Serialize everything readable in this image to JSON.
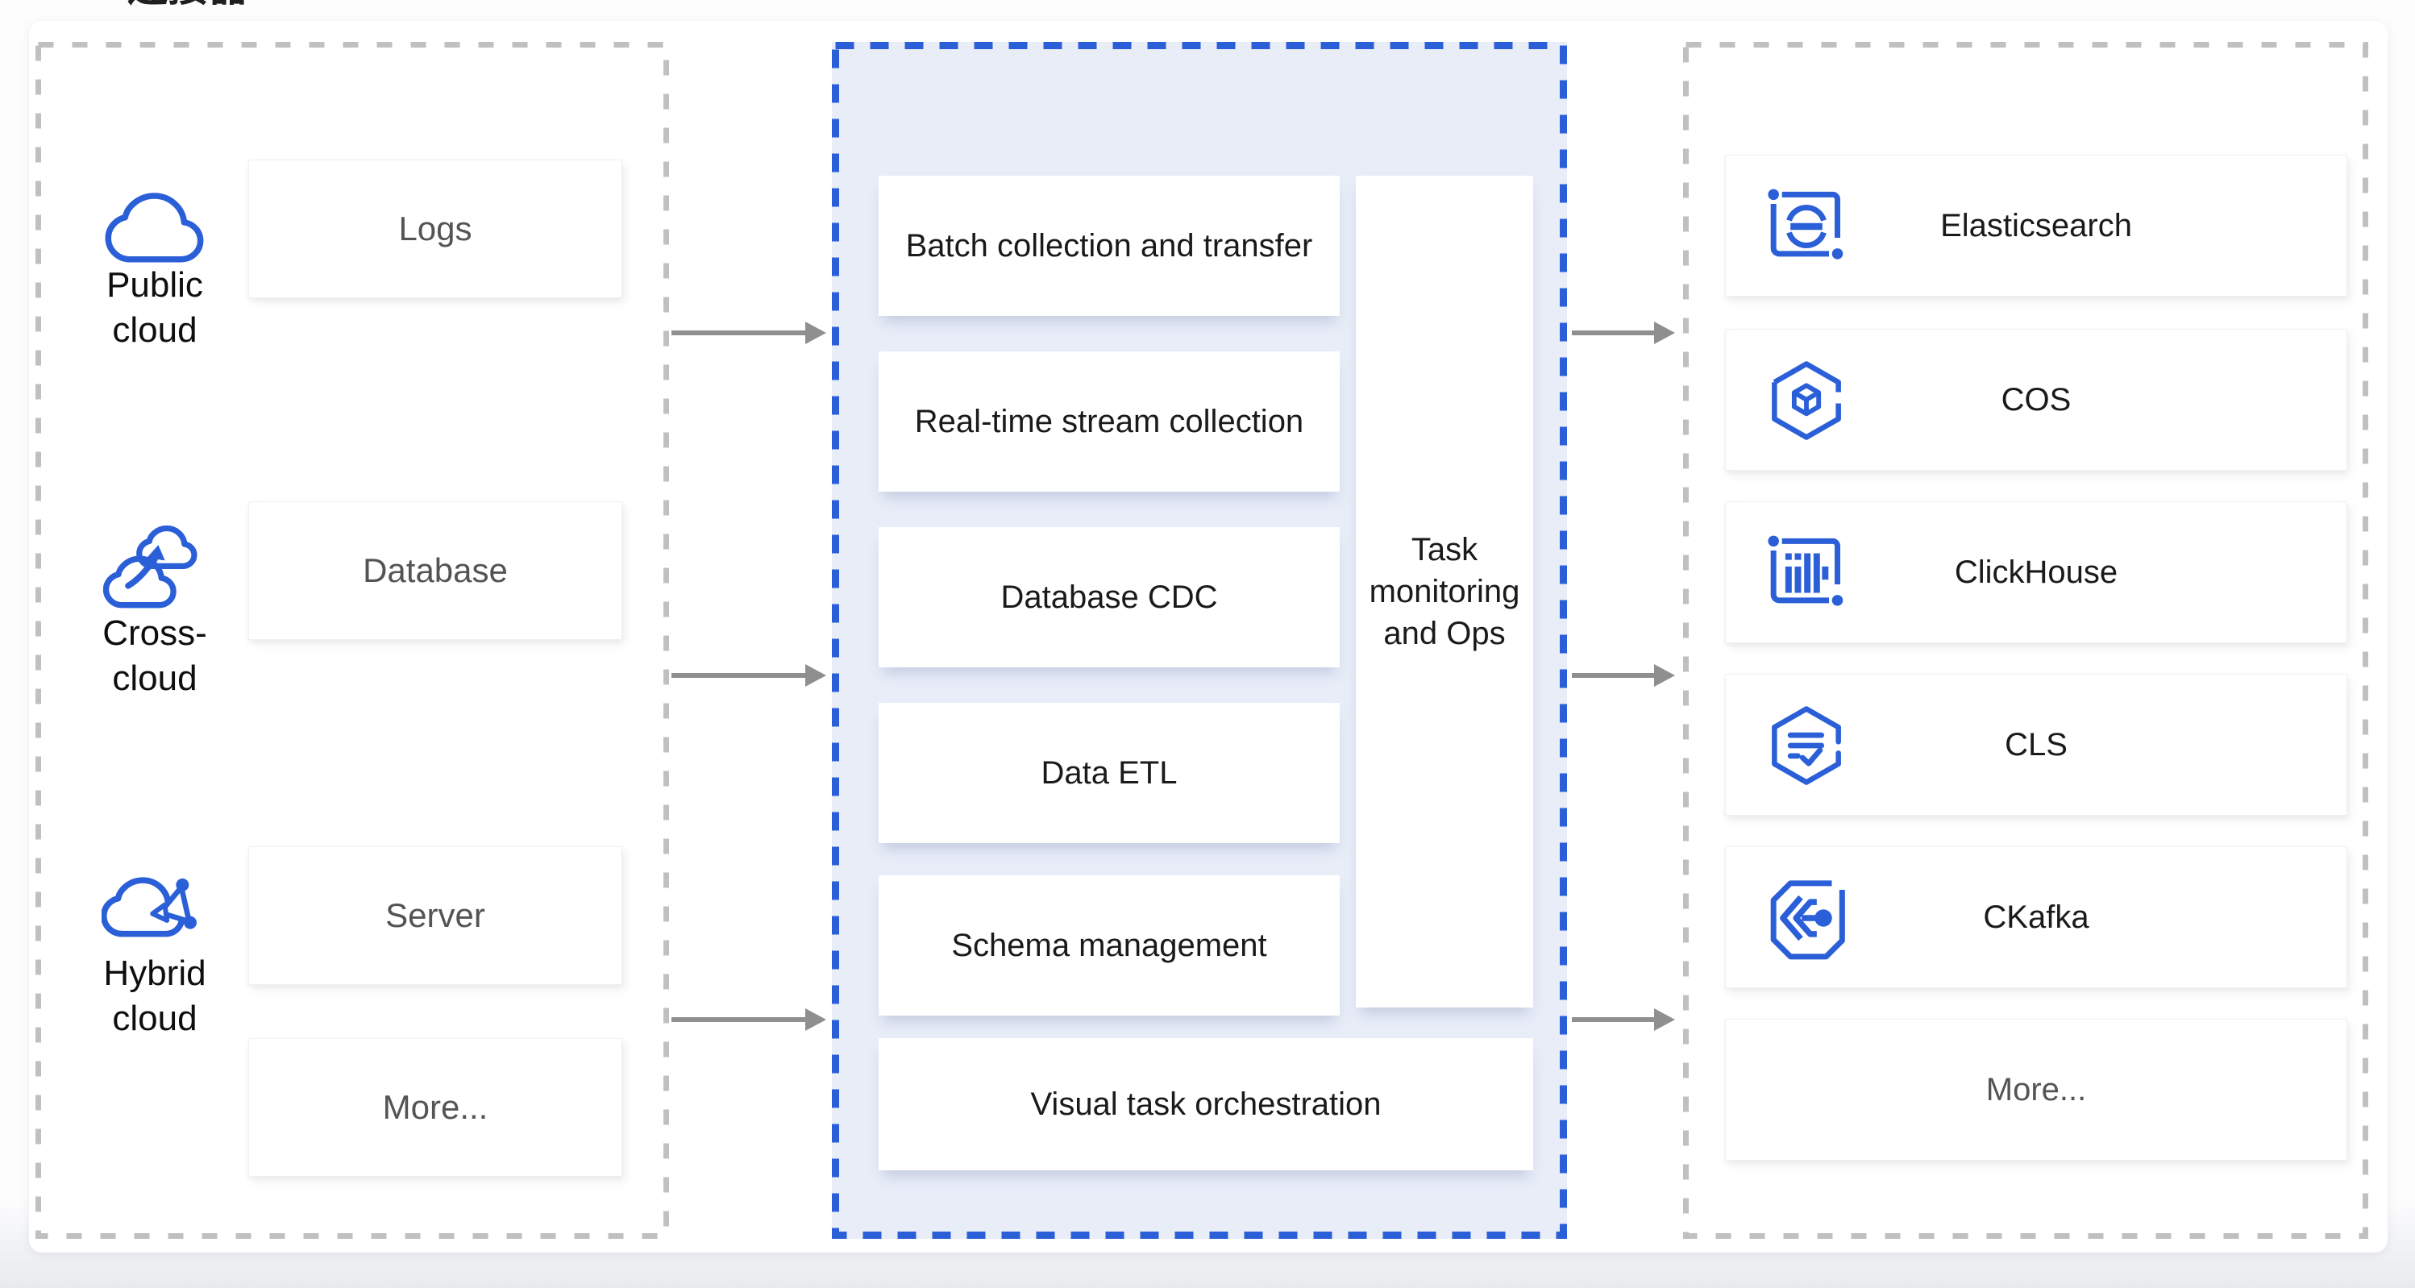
{
  "page": {
    "clipped_title": "连接器"
  },
  "colors": {
    "accent_blue": "#2b5fd8",
    "panel_blue_bg": "#e8edf8",
    "dash_gray": "#c0c0c0",
    "arrow_gray": "#8f8f8f"
  },
  "sources": {
    "groups": [
      {
        "icon": "public-cloud-icon",
        "label": "Public cloud",
        "box_label": "Logs"
      },
      {
        "icon": "cross-cloud-icon",
        "label": "Cross-cloud",
        "box_label": "Database"
      },
      {
        "icon": "hybrid-cloud-icon",
        "label": "Hybrid cloud",
        "box_label": "Server"
      }
    ],
    "more_label": "More..."
  },
  "pipeline": {
    "boxes": [
      "Batch collection and transfer",
      "Real-time stream collection",
      "Database CDC",
      "Data ETL",
      "Schema management"
    ],
    "side_box_label": "Task monitoring and Ops",
    "bottom_box_label": "Visual task orchestration"
  },
  "sinks": {
    "items": [
      {
        "icon": "elasticsearch-icon",
        "label": "Elasticsearch"
      },
      {
        "icon": "cos-icon",
        "label": "COS"
      },
      {
        "icon": "clickhouse-icon",
        "label": "ClickHouse"
      },
      {
        "icon": "cls-icon",
        "label": "CLS"
      },
      {
        "icon": "ckafka-icon",
        "label": "CKafka"
      }
    ],
    "more_label": "More..."
  }
}
